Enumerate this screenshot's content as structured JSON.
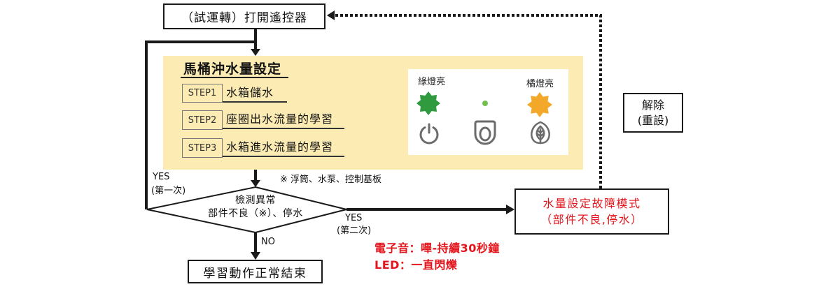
{
  "start_box": {
    "label": "（試運轉）打開遙控器"
  },
  "setup_panel": {
    "title": "馬桶沖水量設定",
    "steps": [
      {
        "tag": "STEP1",
        "text": "水箱儲水"
      },
      {
        "tag": "STEP2",
        "text": "座圈出水流量的學習"
      },
      {
        "tag": "STEP3",
        "text": "水箱進水流量的學習"
      }
    ],
    "indicators": {
      "green_label": "綠燈亮",
      "orange_label": "橘燈亮",
      "icons": [
        "power-icon",
        "toilet-seat-icon",
        "leaf-icon"
      ]
    }
  },
  "note": "※ 浮筒、水泵、控制基板",
  "decision": {
    "line1": "檢測異常",
    "line2": "部件不良（※）、停水"
  },
  "branch_yes_first": {
    "label": "YES",
    "sub": "(第一次)"
  },
  "branch_yes_second": {
    "label": "YES",
    "sub": "(第二次)"
  },
  "branch_no": {
    "label": "NO"
  },
  "fault_box": {
    "line1": "水量設定故障模式",
    "line2": "（部件不良,停水）"
  },
  "alert": {
    "sound": "電子音：嗶-持續30秒鐘",
    "led": "LED：一直閃爍"
  },
  "reset_box": {
    "line1": "解除",
    "line2": "(重設)"
  },
  "end_box": {
    "label": "學習動作正常結束"
  },
  "colors": {
    "panel_fill": "#fcecb4",
    "indicator_fill": "#ffffff",
    "green_led": "#2f9a3e",
    "status_dot": "#72c04e",
    "orange_led": "#f4a82a",
    "icon_gray": "#6b6b6b",
    "alert_red": "#e3151c",
    "line": "#1a1a1a"
  }
}
